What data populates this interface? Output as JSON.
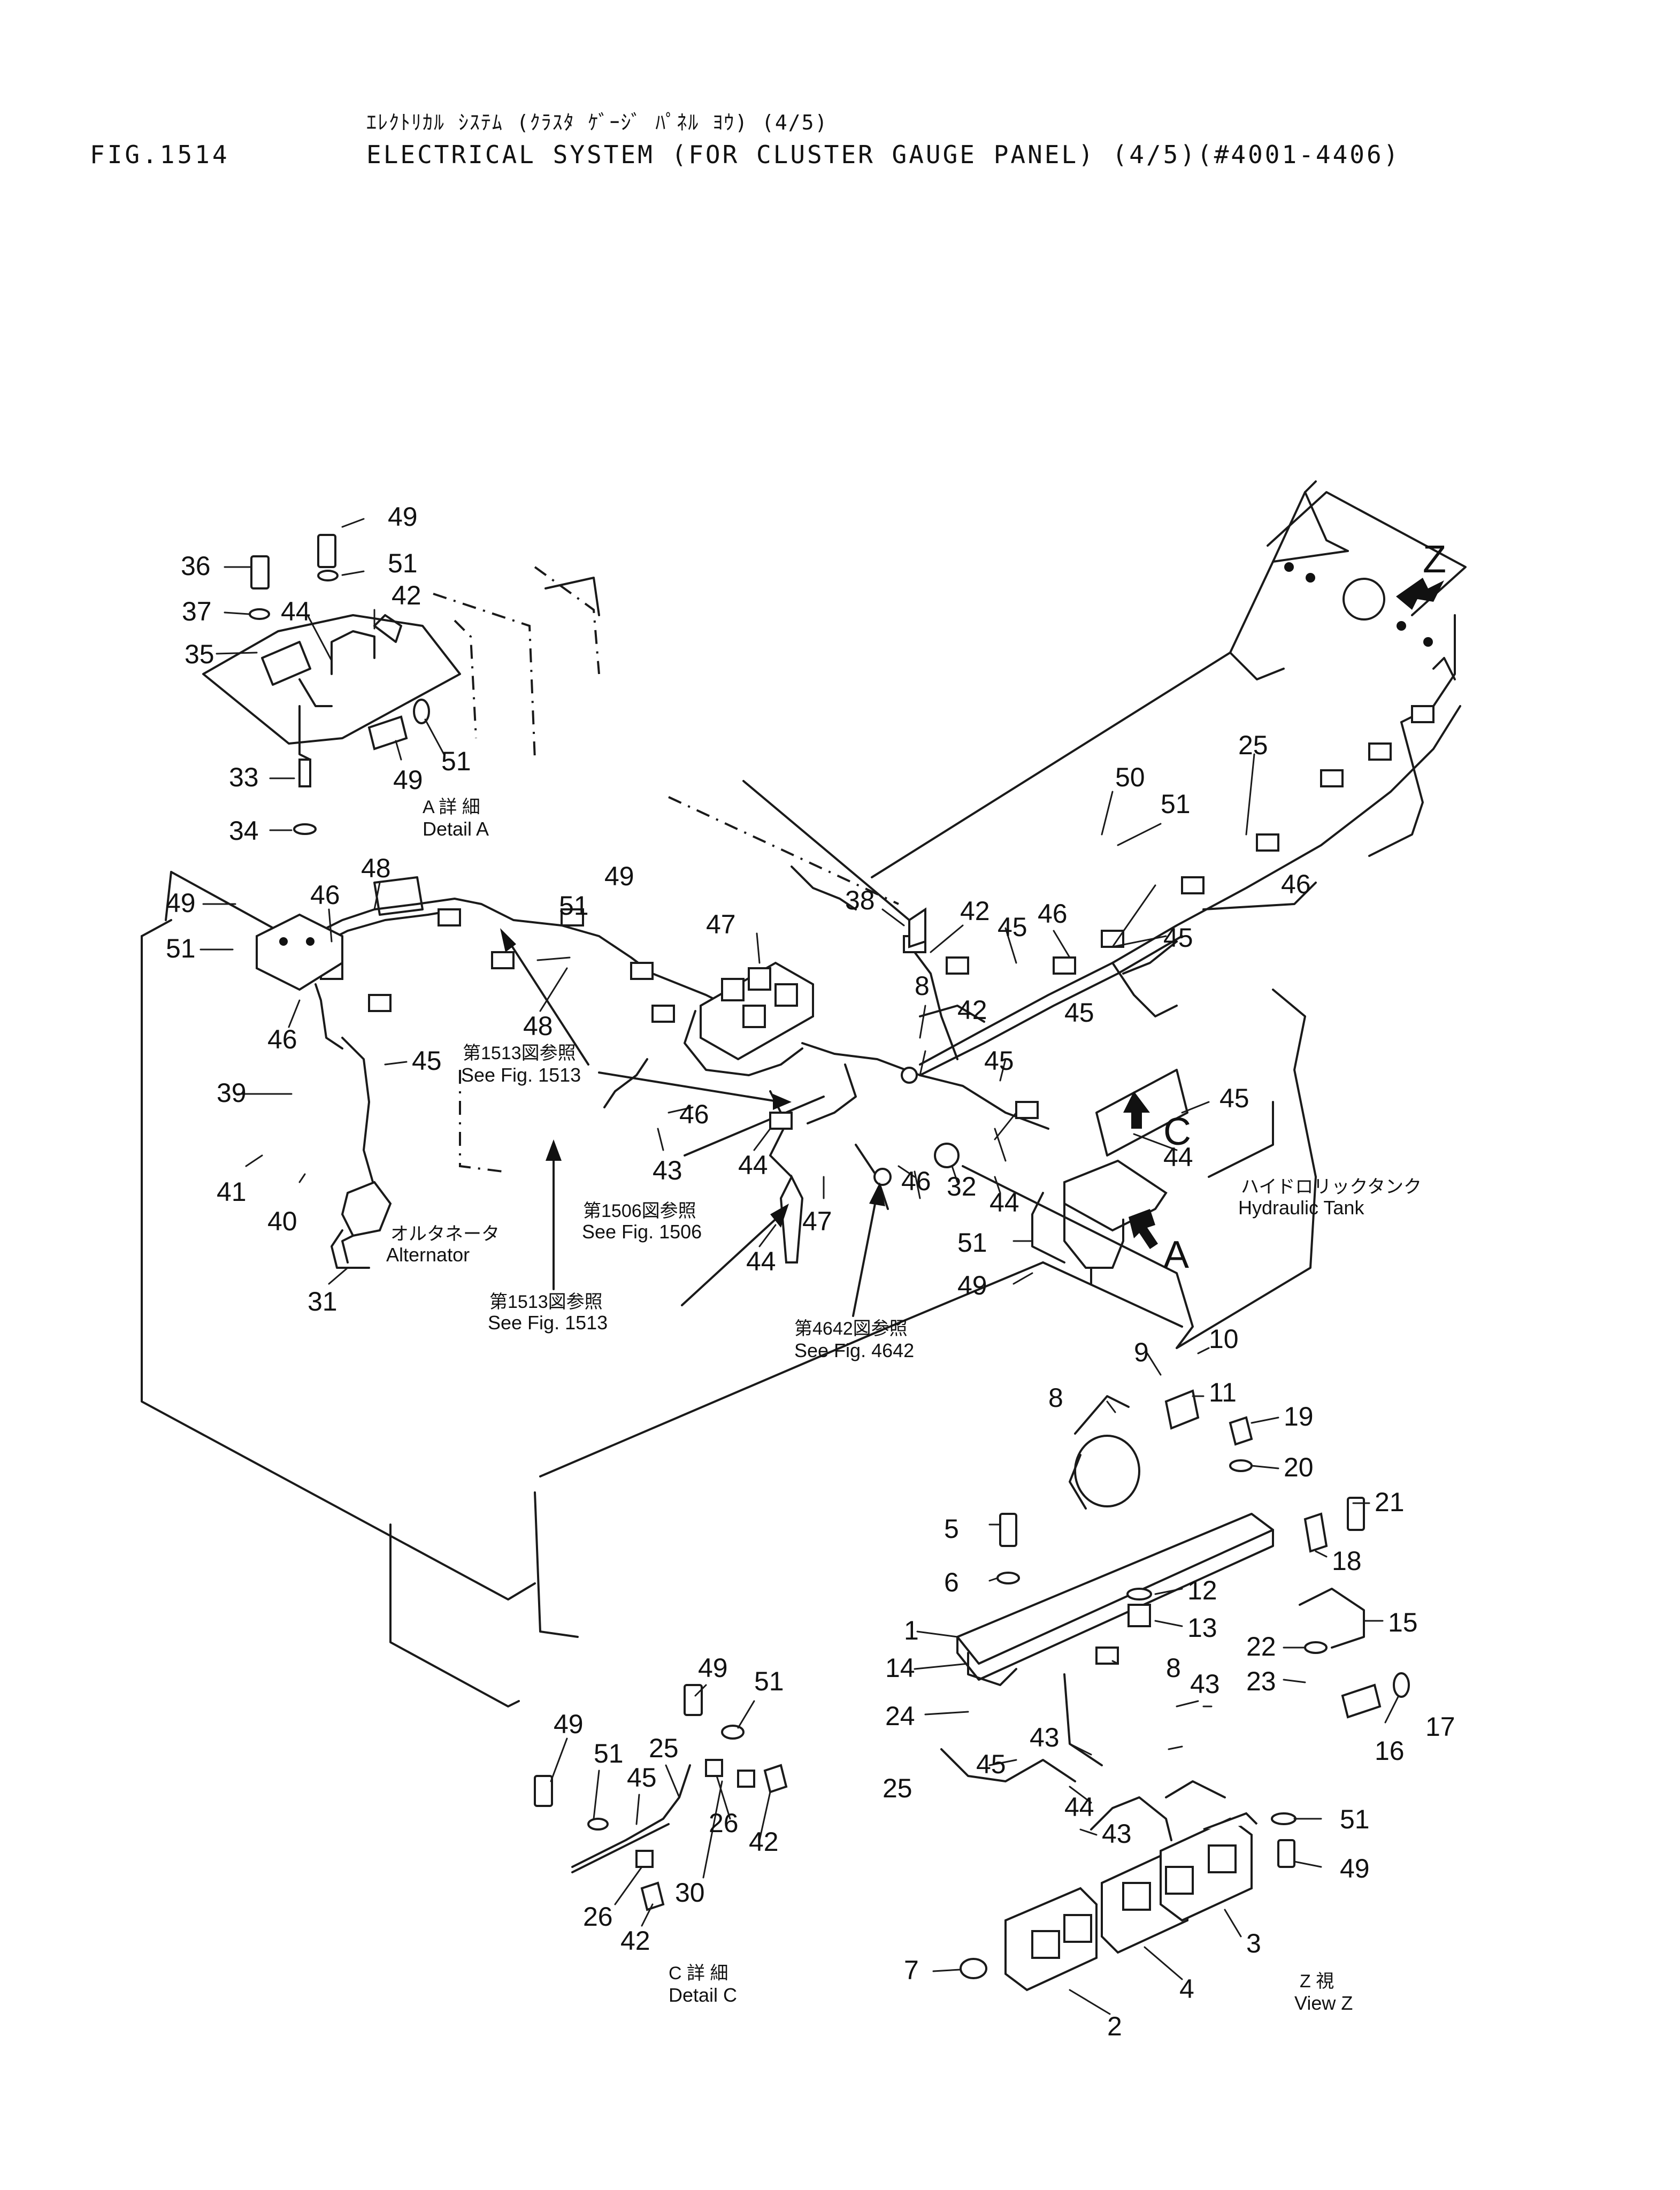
{
  "header": {
    "title_jp": "ｴﾚｸﾄﾘｶﾙ ｼｽﾃﾑ (ｸﾗｽﾀ ｹﾞｰｼﾞ ﾊﾟﾈﾙ ﾖｳ) (4/5)",
    "figure_number": "FIG.1514",
    "title_en": "ELECTRICAL SYSTEM (FOR CLUSTER GAUGE PANEL) (4/5)(#4001-4406)"
  },
  "details": {
    "a": {
      "jp": "A 詳 細",
      "en": "Detail A"
    },
    "c": {
      "jp": "C 詳 細",
      "en": "Detail C"
    },
    "z": {
      "jp": "Z 視",
      "en": "View Z"
    }
  },
  "view_letters": {
    "z": "Z",
    "c": "C",
    "a": "A"
  },
  "notes": {
    "hydraulic_tank": {
      "jp": "ハイドロリックタンク",
      "en": "Hydraulic Tank"
    },
    "alternator": {
      "jp": "オルタネータ",
      "en": "Alternator"
    },
    "see_1513_a": {
      "jp": "第1513図参照",
      "en": "See Fig. 1513"
    },
    "see_1506": {
      "jp": "第1506図参照",
      "en": "See Fig. 1506"
    },
    "see_1513_b": {
      "jp": "第1513図参照",
      "en": "See Fig. 1513"
    },
    "see_4642": {
      "jp": "第4642図参照",
      "en": "See Fig. 4642"
    }
  },
  "callouts": {
    "detail_a": [
      "49",
      "51",
      "36",
      "37",
      "44",
      "42",
      "35",
      "49",
      "51",
      "33",
      "34"
    ],
    "main": [
      "48",
      "46",
      "49",
      "51",
      "46",
      "45",
      "39",
      "41",
      "40",
      "31",
      "51",
      "49",
      "48",
      "47",
      "38",
      "42",
      "45",
      "46",
      "50",
      "51",
      "25",
      "46",
      "45",
      "8",
      "42",
      "45",
      "46",
      "43",
      "44",
      "47",
      "46",
      "32",
      "45",
      "44",
      "44",
      "45",
      "44",
      "51",
      "49"
    ],
    "view_z": [
      "10",
      "9",
      "11",
      "8",
      "19",
      "20",
      "21",
      "5",
      "18",
      "6",
      "12",
      "13",
      "15",
      "1",
      "8",
      "22",
      "14",
      "23",
      "43",
      "17",
      "24",
      "16",
      "43",
      "45",
      "25",
      "44",
      "43",
      "51",
      "49",
      "3",
      "7",
      "4",
      "2"
    ],
    "detail_c": [
      "49",
      "51",
      "49",
      "51",
      "25",
      "45",
      "26",
      "42",
      "30",
      "26",
      "42"
    ]
  }
}
